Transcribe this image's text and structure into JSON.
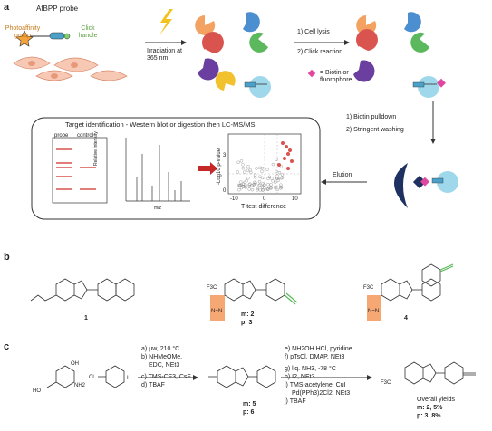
{
  "panels": {
    "a": "a",
    "b": "b",
    "c": "c"
  },
  "a": {
    "probe_title": "AfBPP probe",
    "photoaffinity_label": "Photoaffinity group",
    "click_label": "Click handle",
    "irradiation": "Irradiation at 365 nm",
    "step_lysis": "1) Cell lysis",
    "step_click": "2) Click reaction",
    "legend_biotin": "= Biotin or fluorophore",
    "pulldown": "1) Biotin pulldown",
    "washing": "2) Stringent washing",
    "elution": "Elution",
    "target_title": "Target identification - Western blot or digestion then LC-MS/MS",
    "wb_probe": "probe",
    "wb_control": "control",
    "ms_ylabel": "Relative intensity",
    "ms_xlabel": "m/z",
    "volcano_ylabel": "-Log10 p-value",
    "volcano_xlabel": "T-test difference",
    "volcano_ticks_x": [
      "-10",
      "0",
      "10"
    ],
    "volcano_ticks_y": [
      "0",
      "3"
    ],
    "colors": {
      "orange": "#f4a261",
      "blue": "#4c8fd0",
      "red": "#d9534f",
      "purple": "#6b3fa0",
      "green": "#5cb85c",
      "yellow": "#f2c12e",
      "cyan": "#9ed8ea",
      "pink": "#e0479e",
      "navy": "#1f3160"
    }
  },
  "b": {
    "compound1": "1",
    "compound2": "m: 2",
    "compound3": "p: 3",
    "compound4": "4",
    "cf3": "F3C",
    "nn": "N=N"
  },
  "c": {
    "conditions1": [
      "a) μw, 210 °C",
      "b) NHMeOMe,",
      "EDC, NEt3",
      "c) TMS-CF3, CsF",
      "d) TBAF"
    ],
    "inter_m": "m: 5",
    "inter_p": "p: 6",
    "conditions2": [
      "e) NH2OH.HCl, pyridine",
      "f) pTsCl, DMAP, NEt3",
      "g) liq. NH3, -78 °C",
      "h) I2, NEt3",
      "i) TMS-acetylene, CuI",
      "Pd(PPh3)2Cl2, NEt3",
      "j) TBAF"
    ],
    "yields_title": "Overall yields",
    "yield_m": "m: 2, 5%",
    "yield_p": "p: 3, 8%",
    "oh": "OH",
    "nh2": "NH2",
    "ho": "HO",
    "cl": "Cl",
    "i": "I",
    "f3c": "F3C"
  }
}
